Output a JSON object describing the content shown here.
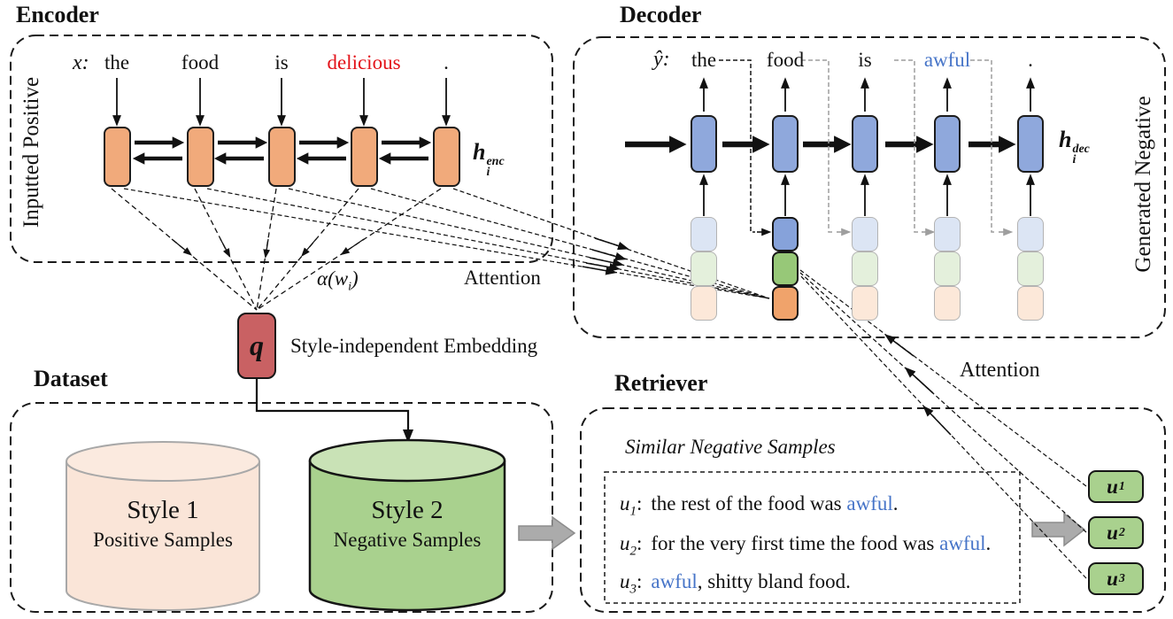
{
  "colors": {
    "encoder_cell": "#F1AA7B",
    "decoder_cell": "#8FA8DC",
    "embedding_box": "#C96163",
    "memory_box": "#A9D18E",
    "style1_cylinder": "#FAE5D8",
    "style2_cylinder": "#A9D18E",
    "highlight_red": "#E31219",
    "highlight_blue": "#4674C8"
  },
  "encoder": {
    "title": "Encoder",
    "side_label": "Inputted Positive",
    "input_prefix": "x:",
    "words": [
      {
        "text": "the"
      },
      {
        "text": "food"
      },
      {
        "text": "is"
      },
      {
        "text": "delicious"
      },
      {
        "text": "."
      }
    ],
    "hidden_state": {
      "base": "h",
      "sub": "i",
      "sup": "enc"
    },
    "attention_weight": {
      "prefix": "α(w",
      "sub": "i",
      "suffix": ")"
    },
    "attention_label": "Attention"
  },
  "embedding": {
    "symbol": "q",
    "caption": "Style-independent  Embedding"
  },
  "dataset": {
    "title": "Dataset",
    "cylinders": [
      {
        "name": "Style 1",
        "subtitle": "Positive Samples"
      },
      {
        "name": "Style 2",
        "subtitle": "Negative Samples"
      }
    ]
  },
  "decoder": {
    "title": "Decoder",
    "side_label": "Generated Negative",
    "output_prefix": "ŷ:",
    "words": [
      {
        "text": "the"
      },
      {
        "text": "food"
      },
      {
        "text": "is"
      },
      {
        "text": "awful"
      },
      {
        "text": "."
      }
    ],
    "hidden_state": {
      "base": "h",
      "sub": "i",
      "sup": "dec"
    }
  },
  "retriever": {
    "title": "Retriever",
    "attention_label": "Attention",
    "samples_title": "Similar Negative Samples",
    "samples": [
      {
        "label_base": "u",
        "label_sub": "1",
        "label_colon": ":",
        "pre": "the rest of the food was ",
        "highlight": "awful",
        "post": "."
      },
      {
        "label_base": "u",
        "label_sub": "2",
        "label_colon": ":",
        "pre": "for the very first time the food was ",
        "highlight": "awful",
        "post": "."
      },
      {
        "label_base": "u",
        "label_sub": "3",
        "label_colon": ":",
        "pre": "",
        "highlight": "awful",
        "post": ", shitty bland food."
      }
    ],
    "memory": [
      {
        "base": "u",
        "sub": "1"
      },
      {
        "base": "u",
        "sub": "2"
      },
      {
        "base": "u",
        "sub": "3"
      }
    ]
  }
}
